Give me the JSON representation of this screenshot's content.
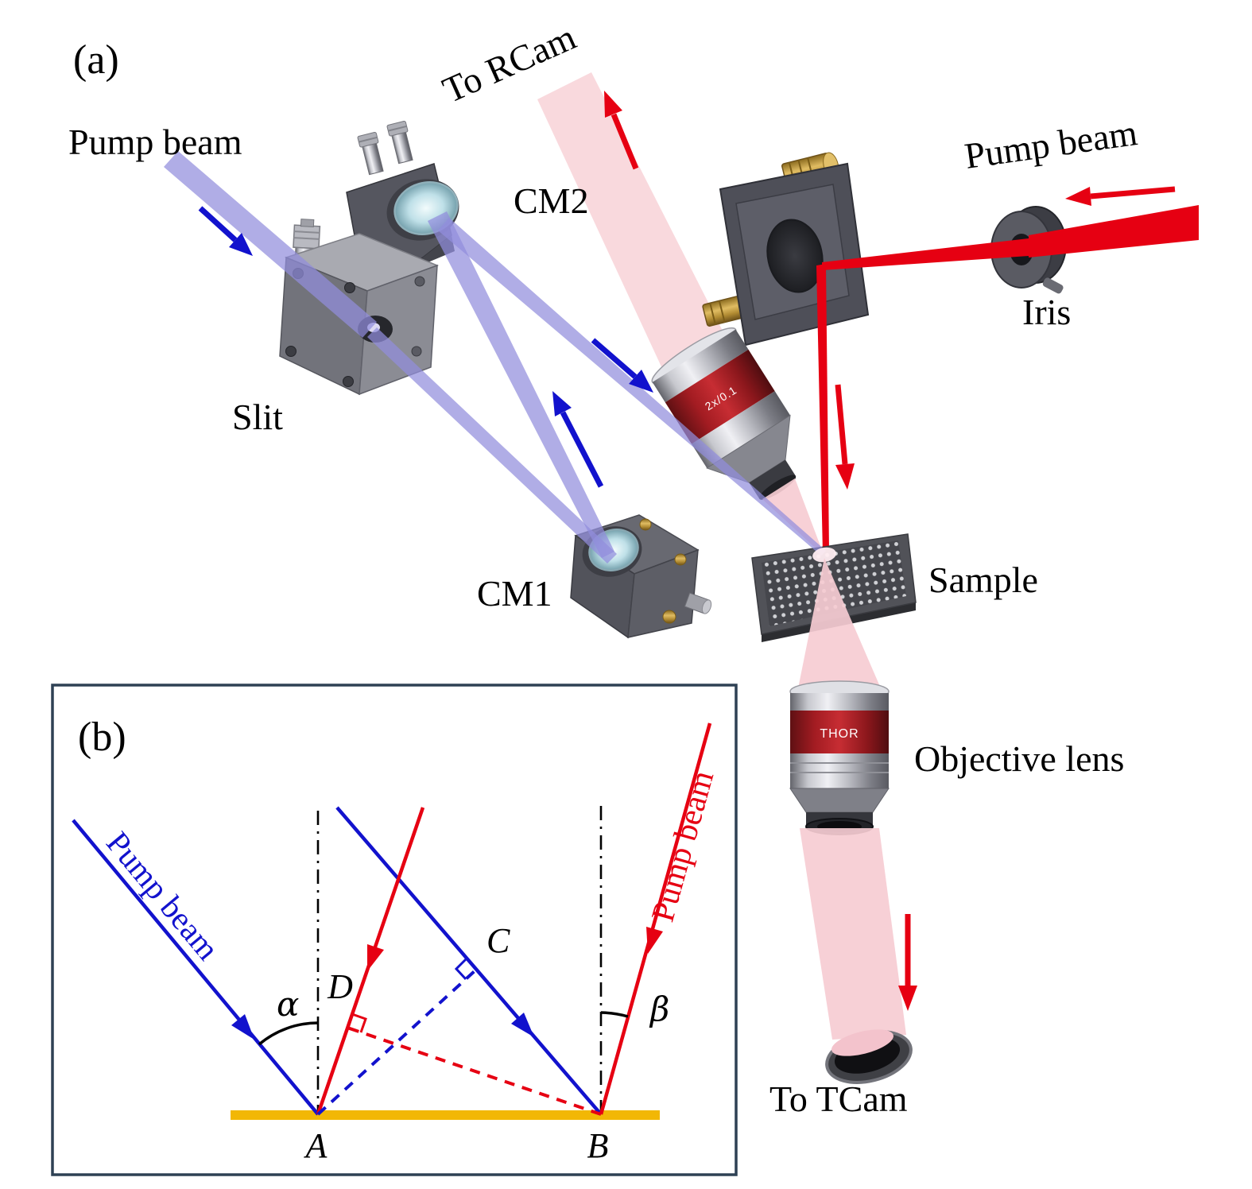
{
  "panel_a": {
    "tag": "(a)",
    "labels": {
      "pump_beam_left": "Pump beam",
      "pump_beam_right": "Pump beam",
      "to_rcam": "To RCam",
      "cm2": "CM2",
      "slit": "Slit",
      "cm1": "CM1",
      "iris": "Iris",
      "sample": "Sample",
      "objective_lens": "Objective lens",
      "to_tcam": "To TCam"
    },
    "markings": {
      "objective_upper": "2x/0.1",
      "objective_lower": "THOR"
    }
  },
  "panel_b": {
    "tag": "(b)",
    "labels": {
      "pump_beam_blue": "Pump beam",
      "pump_beam_red": "Pump beam",
      "alpha": "α",
      "beta": "β",
      "point_a": "A",
      "point_b": "B",
      "point_c": "C",
      "point_d": "D"
    }
  },
  "colors": {
    "blue_beam": "#918ddc",
    "blue_arrow": "#1212cd",
    "red_beam": "#e60012",
    "pink_beam": "#f6ccd3",
    "pink_beam_light": "#f8d6da",
    "sample_surface_gold": "#f2b705",
    "panel_border": "#2e4154"
  }
}
